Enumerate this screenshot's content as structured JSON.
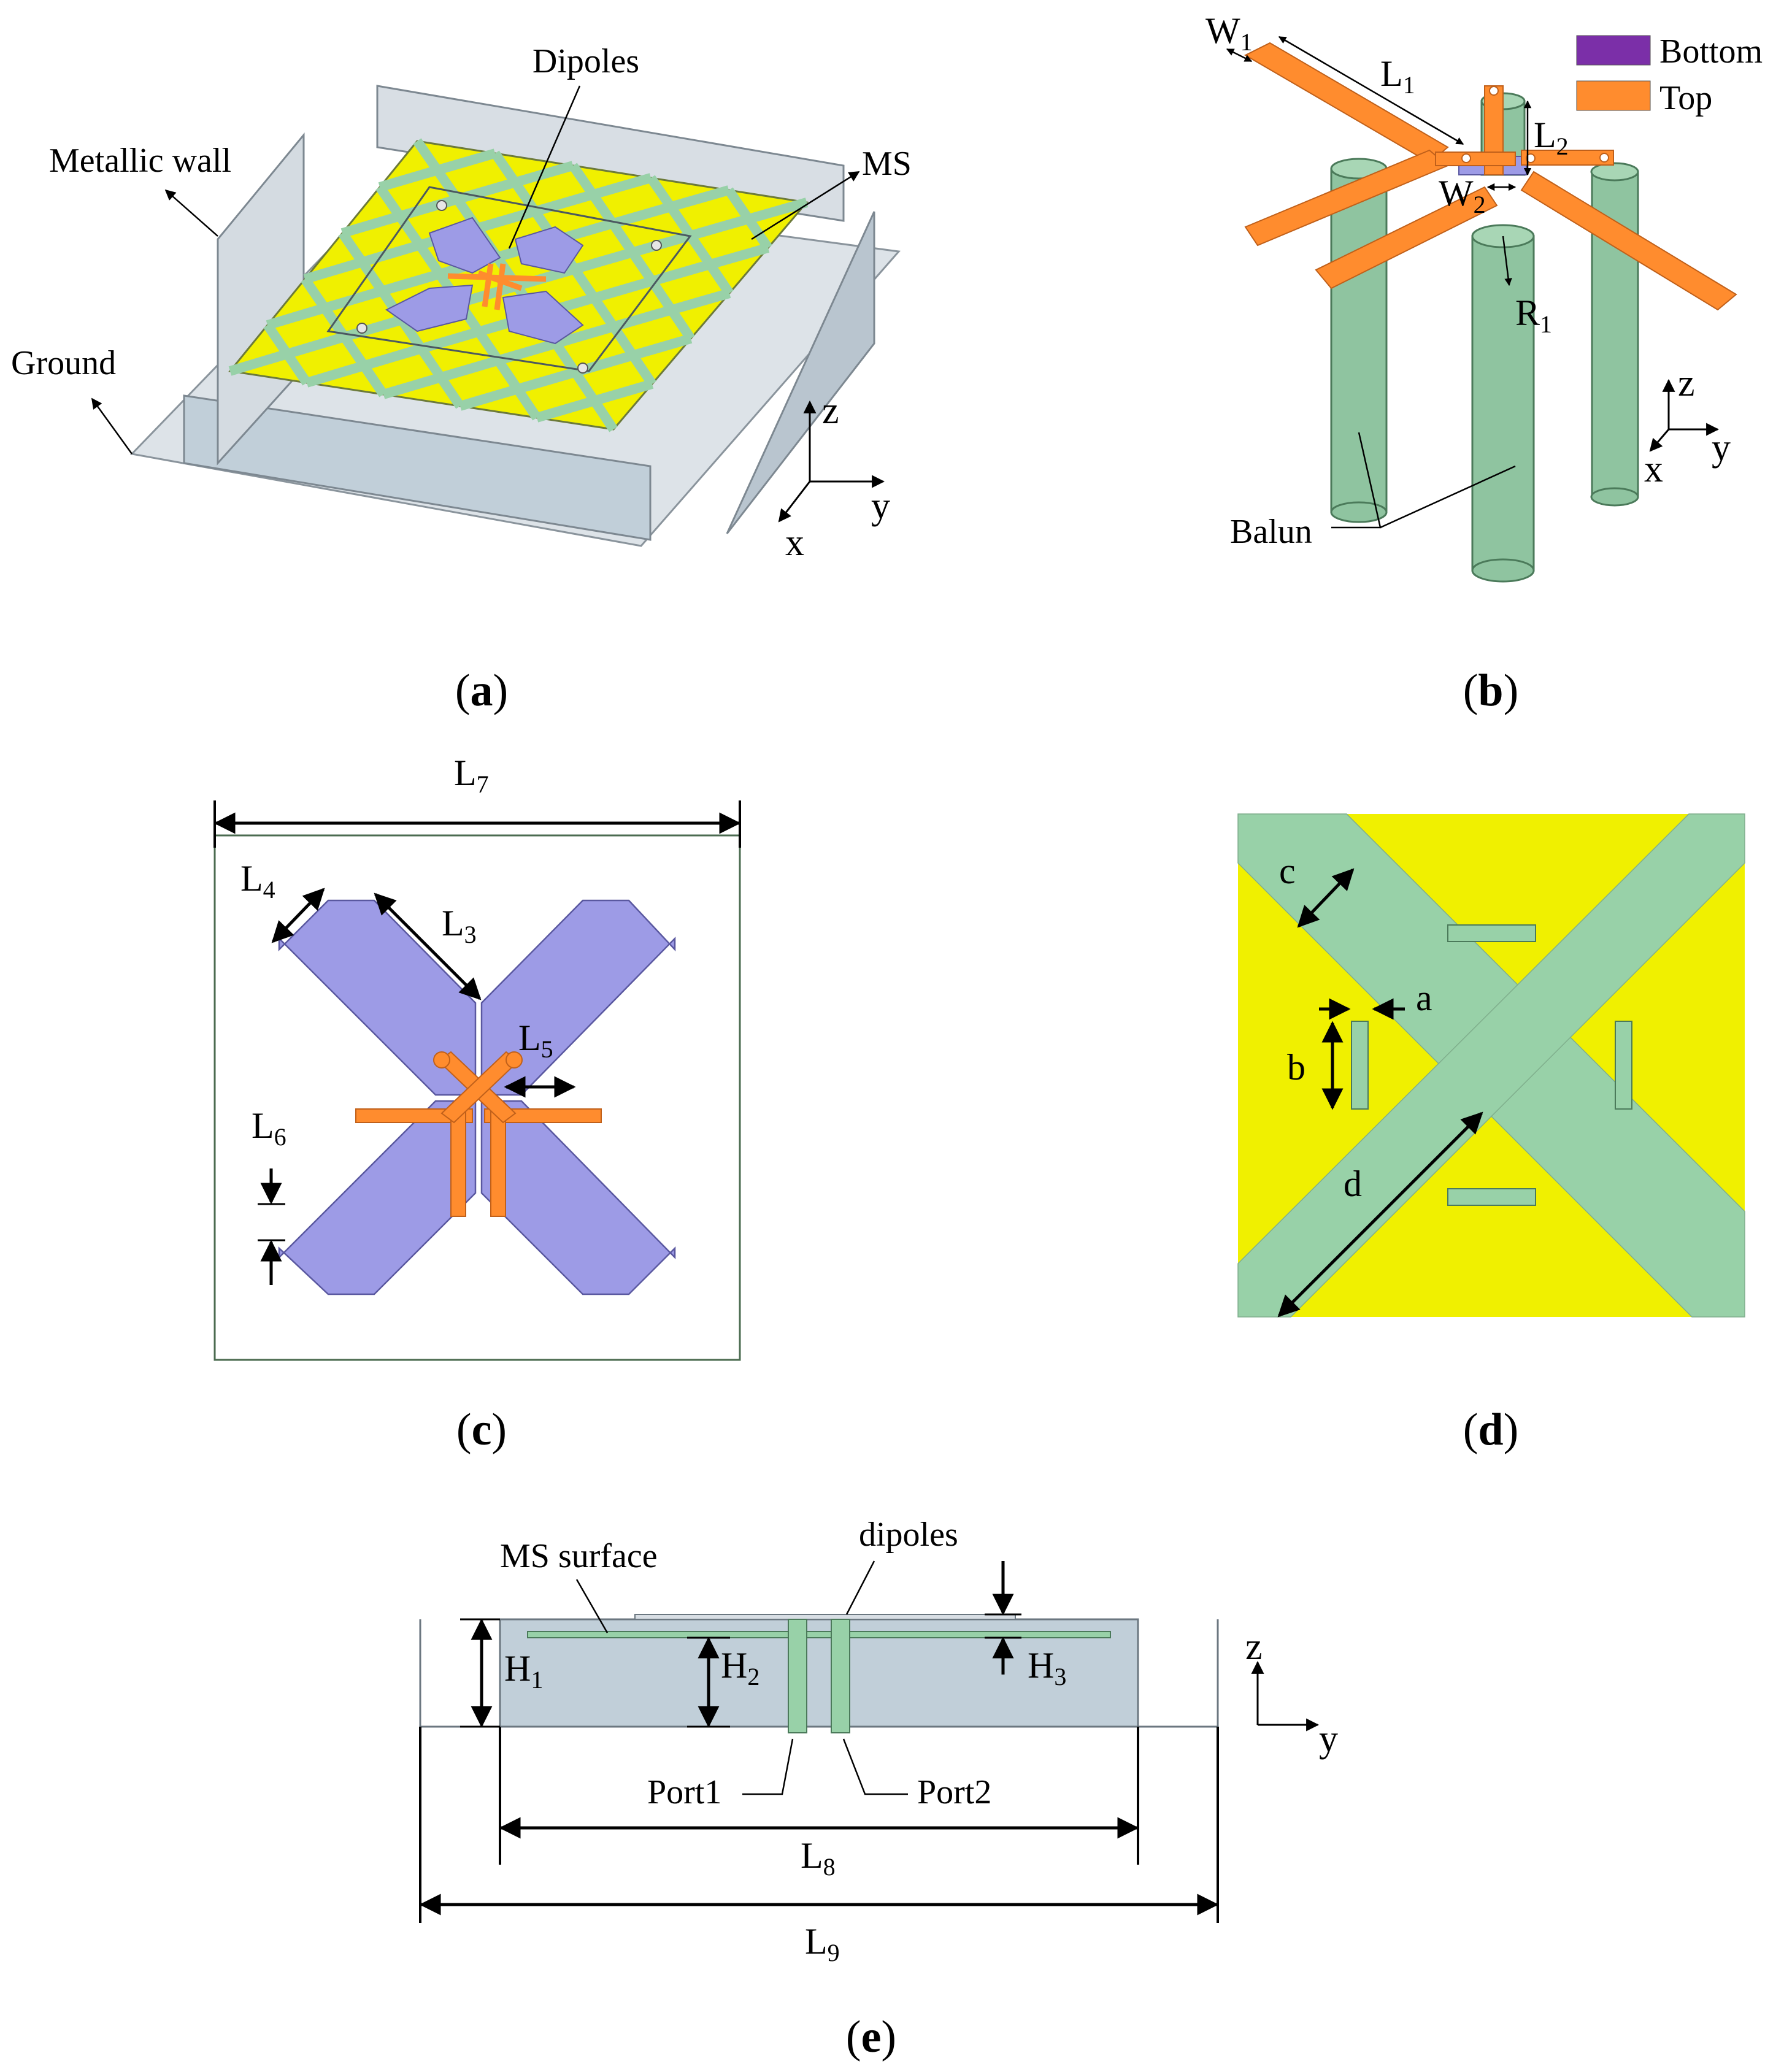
{
  "panels": {
    "a": {
      "caption": {
        "open": "(",
        "letter": "a",
        "close": ")"
      },
      "labels": {
        "dipoles": "Dipoles",
        "metallic_wall": "Metallic wall",
        "ms": "MS",
        "ground": "Ground"
      },
      "axes": {
        "z": "z",
        "y": "y",
        "x": "x"
      }
    },
    "b": {
      "caption": {
        "open": "(",
        "letter": "b",
        "close": ")"
      },
      "legend": [
        {
          "label": "Bottom",
          "color": "#7b2fa8"
        },
        {
          "label": "Top",
          "color": "#ff8c2e"
        }
      ],
      "labels": {
        "w1": "W",
        "w1_sub": "1",
        "l1": "L",
        "l1_sub": "1",
        "l2": "L",
        "l2_sub": "2",
        "w2": "W",
        "w2_sub": "2",
        "r1": "R",
        "r1_sub": "1",
        "balun": "Balun"
      },
      "axes": {
        "z": "z",
        "y": "y",
        "x": "x"
      }
    },
    "c": {
      "caption": {
        "open": "(",
        "letter": "c",
        "close": ")"
      },
      "labels": {
        "l7": "L",
        "l7_sub": "7",
        "l4": "L",
        "l4_sub": "4",
        "l3": "L",
        "l3_sub": "3",
        "l5": "L",
        "l5_sub": "5",
        "l6": "L",
        "l6_sub": "6"
      }
    },
    "d": {
      "caption": {
        "open": "(",
        "letter": "d",
        "close": ")"
      },
      "labels": {
        "c": "c",
        "a": "a",
        "b": "b",
        "d": "d"
      }
    },
    "e": {
      "caption": {
        "open": "(",
        "letter": "e",
        "close": ")"
      },
      "labels": {
        "ms_surface": "MS surface",
        "dipoles": "dipoles",
        "h1": "H",
        "h1_sub": "1",
        "h2": "H",
        "h2_sub": "2",
        "h3": "H",
        "h3_sub": "3",
        "port1": "Port1",
        "port2": "Port2",
        "l8": "L",
        "l8_sub": "8",
        "l9": "L",
        "l9_sub": "9"
      },
      "axes": {
        "z": "z",
        "y": "y"
      }
    }
  },
  "colors": {
    "yellow_patch": "#f0f000",
    "green_strip": "#98d1a8",
    "dipole_purple": "#9d9be6",
    "feed_orange": "#ff8c2e",
    "wall_grey": "#d8dee4",
    "cavity_blue": "#c1cfd9",
    "balun_green": "#8fc4a0"
  }
}
